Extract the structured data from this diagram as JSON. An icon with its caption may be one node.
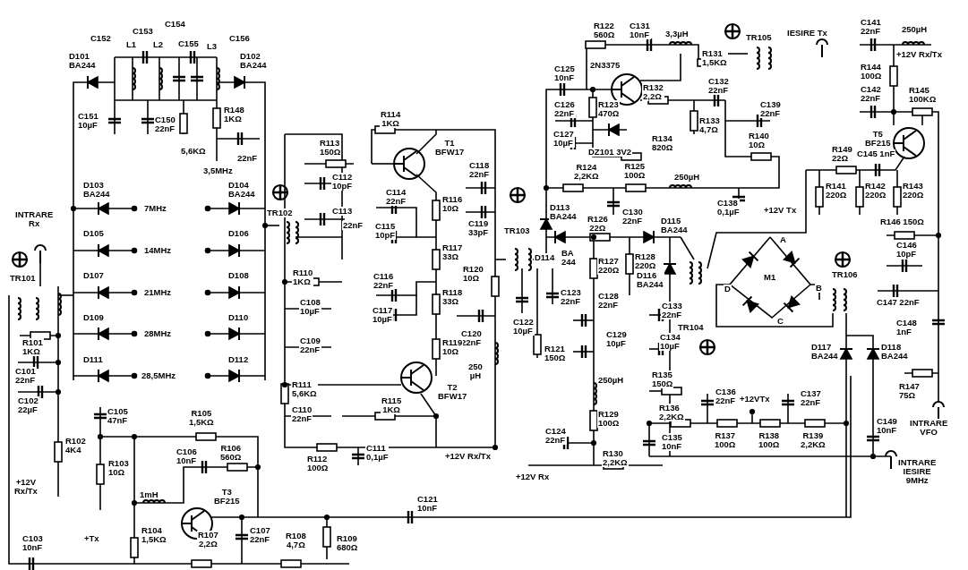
{
  "diagram": {
    "labels": [
      "C152",
      "L1",
      "C153",
      "L2",
      "C154",
      "C155",
      "L3",
      "C156",
      "D101 BA244",
      "D102 BA244",
      "C151 10µF",
      "C150 22nF",
      "R148 1KΩ",
      "5,6KΩ",
      "22nF",
      "3,5MHz",
      "D103 BA244",
      "D104 BA244",
      "7MHz",
      "D105",
      "D106",
      "14MHz",
      "D107",
      "D108",
      "21MHz",
      "D109",
      "D110",
      "28MHz",
      "D111",
      "D112",
      "28,5MHz",
      "INTRARE Rx",
      "TR101",
      "TR102",
      "R101 1KΩ",
      "C101 22nF",
      "C102 22µF",
      "R102 4K4",
      "+12V Rx/Tx",
      "C103 10nF",
      "C105 47nF",
      "R103 10Ω",
      "+Tx",
      "R105 1,5KΩ",
      "C106 10nF",
      "R106 560Ω",
      "1mH",
      "T3 BF215",
      "R104 1,5KΩ",
      "R107 2,2Ω",
      "C107 22nF",
      "R108 4,7Ω",
      "R109 680Ω",
      "C121 10nF",
      "R114 1KΩ",
      "R113 150Ω",
      "T1 BFW17",
      "C112 10pF",
      "C113",
      "22nF",
      "C118 22nF",
      "C114 22nF",
      "C115 10pF",
      "R116 10Ω",
      "C119 33pF",
      "R117 33Ω",
      "R110 1KΩ",
      "C116 22nF",
      "C108 10µF",
      "R118 33Ω",
      "R120 10Ω",
      "C117 10µF",
      "C109 22nF",
      "C120 22nF",
      "R119 10Ω",
      "250 µH",
      "R111 5,6KΩ",
      "C110 22nF",
      "R115 1KΩ",
      "T2 BFW17",
      "R112 100Ω",
      "C111 0,1µF",
      "+12V Rx/Tx",
      "R122 560Ω",
      "C131 10nF",
      "3,3µH",
      "TR105",
      "IESIRE Tx",
      "2N3375",
      "C125 10nF",
      "R131 1,5KΩ",
      "C126 22nF",
      "R123 470Ω",
      "R132 2,2Ω",
      "C132 22nF",
      "C127 10µF",
      "DZ101 3V2",
      "R133 4,7Ω",
      "R134 820Ω",
      "C139 22nF",
      "R140 10Ω",
      "R124 2,2KΩ",
      "R125 100Ω",
      "250µH",
      "C130 22nF",
      "C138 0,1µF",
      "+12V Tx",
      "TR103",
      "D113 BA244",
      "R126 22Ω",
      "D115 BA244",
      "D114",
      "BA 244",
      "R127 220Ω",
      "R128 220Ω",
      "D116 BA244",
      "C122 10µF",
      "C123 22nF",
      "R121 150Ω",
      "C128 22nF",
      "C129 10µF",
      "250µH",
      "R129 100Ω",
      "C124 22nF",
      "R130 2,2KΩ",
      "+12V Rx",
      "C141 22nF",
      "250µH",
      "+12V Rx/Tx",
      "R144 100Ω",
      "C142 22nF",
      "R145 100KΩ",
      "T5 BF215",
      "R149 22Ω",
      "C145 1nF",
      "R141 220Ω",
      "R142 220Ω",
      "R143 220Ω",
      "R146 150Ω",
      "C146 10pF",
      "A",
      "M1",
      "D",
      "B",
      "C",
      "TR106",
      "C147 22nF",
      "C148 1nF",
      "TR104",
      "C133 22nF",
      "C134 10µF",
      "D117 BA244",
      "D118 BA244",
      "R135 150Ω",
      "C136 22nF",
      "+12VTx",
      "C137 22nF",
      "R147 75Ω",
      "R136 2,2KΩ",
      "C149 10nF",
      "INTRARE VFO",
      "C135 10nF",
      "R137 100Ω",
      "R138 100Ω",
      "R139 2,2KΩ",
      "INTRARE IESIRE 9MHz"
    ]
  }
}
